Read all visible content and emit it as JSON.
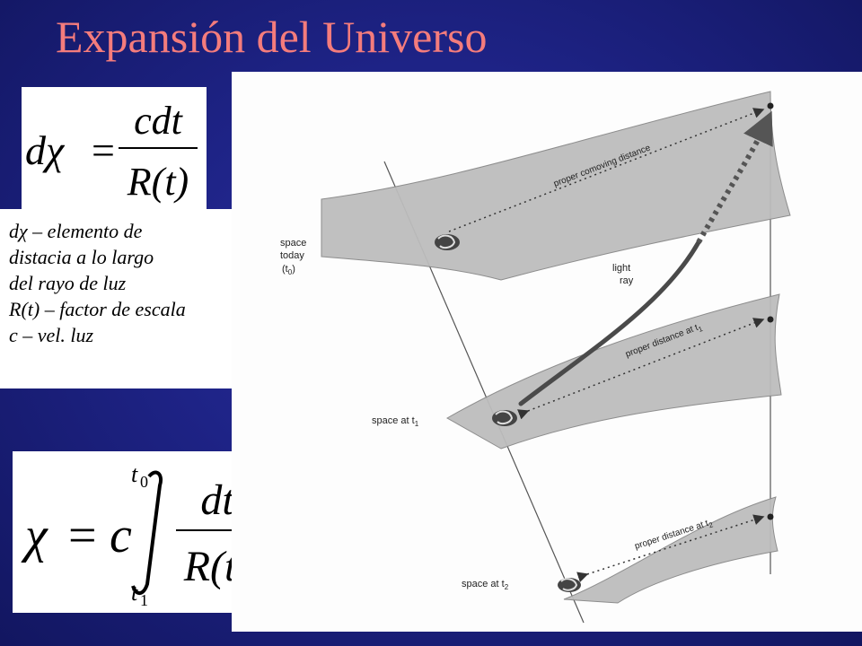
{
  "title": "Expansión del Universo",
  "colors": {
    "title": "#f47c7c",
    "background": "#1e2386",
    "panel": "#ffffff",
    "plane_fill": "#bdbdbd",
    "light_ray": "#4a4a4a"
  },
  "formula_top": {
    "lhs": "dχ",
    "equals": "=",
    "numerator": "cdt",
    "denominator": "R(t)"
  },
  "legend": [
    "dχ – elemento de",
    "distacia a lo largo",
    "del rayo de luz",
    "R(t) – factor de escala",
    "c – vel. luz"
  ],
  "formula_bottom": {
    "lhs": "χ",
    "equals": "=",
    "constant": "c",
    "upper_limit": "t",
    "upper_sub": "0",
    "lower_limit": "t",
    "lower_sub": "1",
    "numerator": "dt",
    "denominator": "R(t)"
  },
  "diagram": {
    "label_space_today": "space",
    "label_space_today_2": "today",
    "label_space_today_3": "(t",
    "label_space_today_sub": "0",
    "label_space_today_close": ")",
    "label_space_t1": "space at t",
    "label_space_t1_sub": "1",
    "label_space_t2": "space at t",
    "label_space_t2_sub": "2",
    "label_light_ray_1": "light",
    "label_light_ray_2": "ray",
    "label_comoving": "proper comoving distance",
    "label_proper_t1": "proper distance at t",
    "label_proper_t1_sub": "1",
    "label_proper_t2": "proper distance at t",
    "label_proper_t2_sub": "2"
  }
}
